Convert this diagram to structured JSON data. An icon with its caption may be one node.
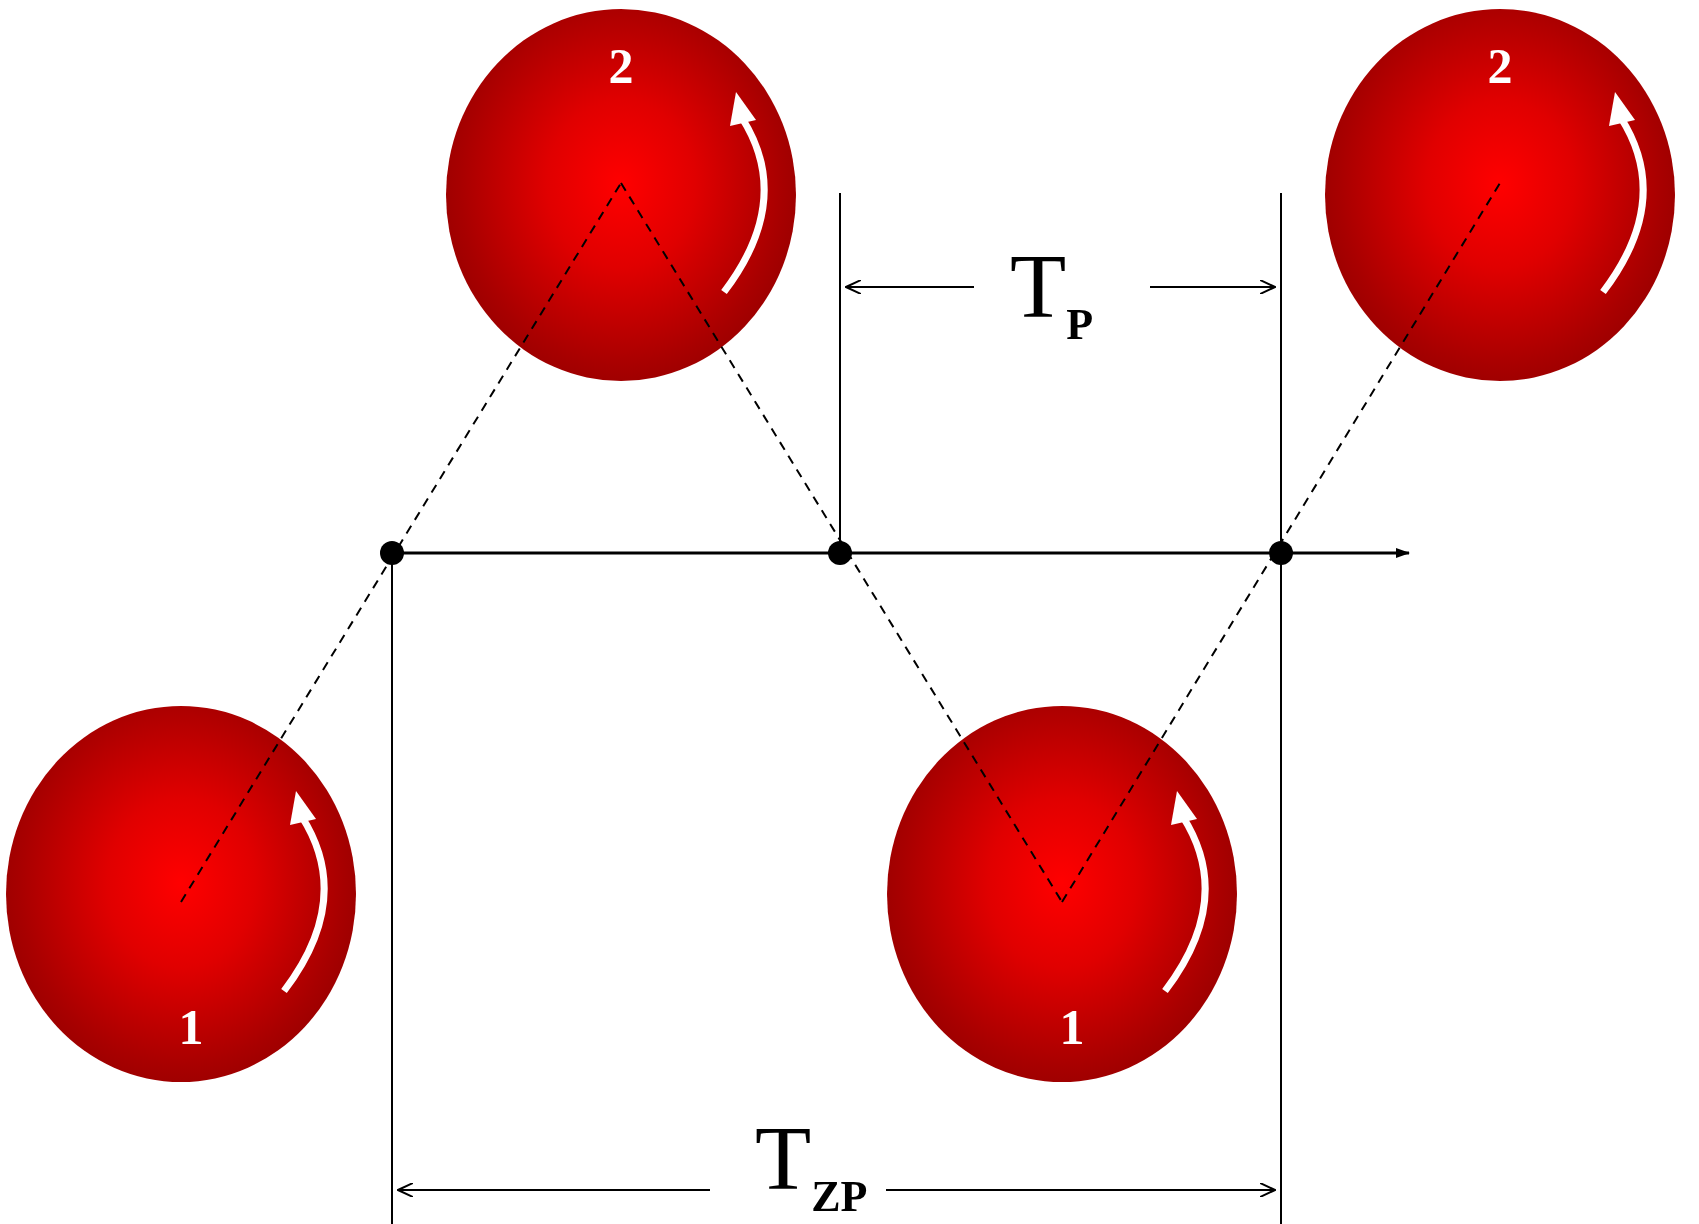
{
  "diagram": {
    "nodes": [
      {
        "text": [
          "2"
        ]
      },
      {
        "text": [
          "2"
        ]
      },
      {
        "text": [
          "1"
        ]
      },
      {
        "text": [
          "1"
        ]
      }
    ],
    "edges": [
      {
        "from": 2,
        "to": 0,
        "arrow": "none",
        "style": "dashed"
      },
      {
        "from": 0,
        "to": 3,
        "arrow": "none",
        "style": "dashed"
      },
      {
        "from": 3,
        "to": 1,
        "arrow": "none",
        "style": "dashed"
      }
    ],
    "labels": [
      "T$_{P}$",
      "T$_{ZP}$"
    ]
  }
}
